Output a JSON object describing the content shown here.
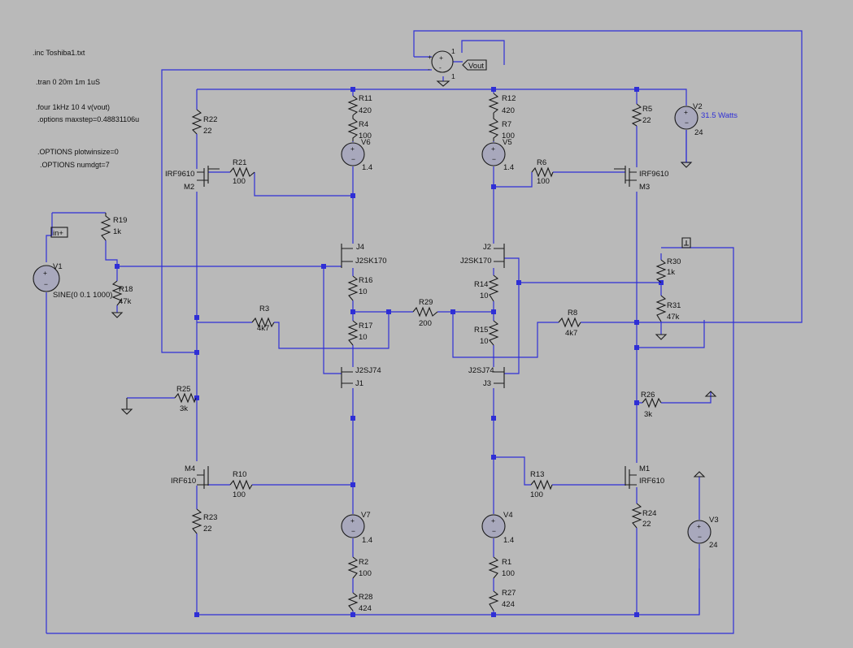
{
  "schematic": {
    "directives": [
      ".inc Toshiba1.txt",
      ".tran 0 20m 1m 1uS",
      ".four 1kHz 10 4 v(vout)",
      ".options maxstep=0.48831106u",
      ".OPTIONS plotwinsize=0",
      ".OPTIONS numdgt=7"
    ],
    "net_labels": {
      "vout": "Vout",
      "in_plus": "in+"
    },
    "resistors": {
      "R11": [
        "R11",
        "420"
      ],
      "R4": [
        "R4",
        "100"
      ],
      "R12": [
        "R12",
        "420"
      ],
      "R7": [
        "R7",
        "100"
      ],
      "R22": [
        "R22",
        "22"
      ],
      "R5": [
        "R5",
        "22"
      ],
      "R21": [
        "R21",
        "100"
      ],
      "R6": [
        "R6",
        "100"
      ],
      "R19": [
        "R19",
        "1k"
      ],
      "R18": [
        "R18",
        "47k"
      ],
      "R16": [
        "R16",
        "10"
      ],
      "R17": [
        "R17",
        "10"
      ],
      "R14": [
        "R14",
        "10"
      ],
      "R15": [
        "R15",
        "10"
      ],
      "R29": [
        "R29",
        "200"
      ],
      "R3": [
        "R3",
        "4k7"
      ],
      "R8": [
        "R8",
        "4k7"
      ],
      "R30": [
        "R30",
        "1k"
      ],
      "R31": [
        "R31",
        "47k"
      ],
      "R25": [
        "R25",
        "3k"
      ],
      "R26": [
        "R26",
        "3k"
      ],
      "R10": [
        "R10",
        "100"
      ],
      "R13": [
        "R13",
        "100"
      ],
      "R23": [
        "R23",
        "22"
      ],
      "R24": [
        "R24",
        "22"
      ],
      "R2": [
        "R2",
        "100"
      ],
      "R28": [
        "R28",
        "424"
      ],
      "R1": [
        "R1",
        "100"
      ],
      "R27": [
        "R27",
        "424"
      ]
    },
    "sources": {
      "V6": [
        "V6",
        "1.4"
      ],
      "V5": [
        "V5",
        "1.4"
      ],
      "V7": [
        "V7",
        "1.4"
      ],
      "V4": [
        "V4",
        "1.4"
      ],
      "V2": [
        "V2",
        "24"
      ],
      "V3": [
        "V3",
        "24"
      ],
      "V1": [
        "V1",
        "SINE(0 0.1 1000)"
      ]
    },
    "v2_note": "31.5 Watts",
    "transistors": {
      "M2": [
        "M2",
        "IRF9610"
      ],
      "M3": [
        "M3",
        "IRF9610"
      ],
      "M4": [
        "M4",
        "IRF610"
      ],
      "M1": [
        "M1",
        "IRF610"
      ],
      "J4": [
        "J4",
        "J2SK170"
      ],
      "J2": [
        "J2",
        "J2SK170"
      ],
      "J1": [
        "J1",
        "J2SJ74"
      ],
      "J3": [
        "J3",
        "J2SJ74"
      ]
    },
    "opamp_pins": [
      "1",
      "1"
    ],
    "colors": {
      "background": "#b9b9b9",
      "wire": "#2f2fd6",
      "component": "#1a1a1a",
      "text": "#111111"
    }
  }
}
